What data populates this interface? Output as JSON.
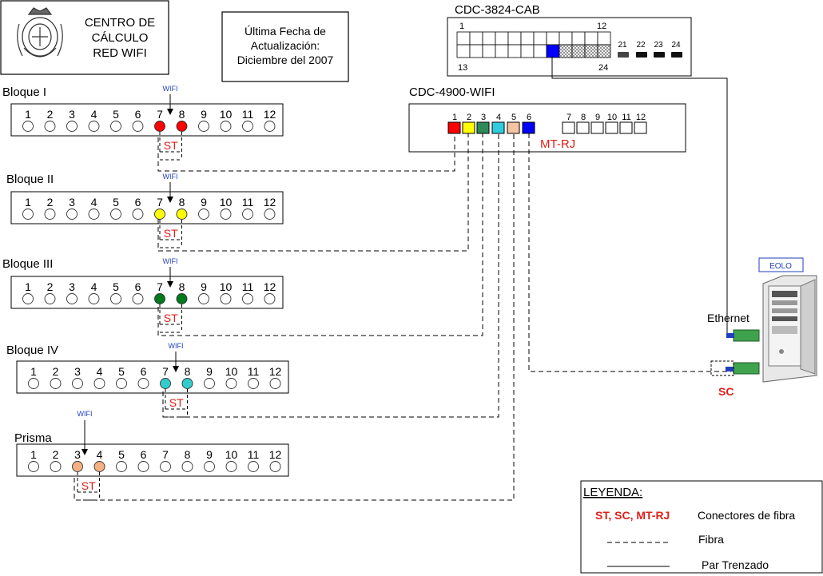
{
  "header": {
    "org_lines": [
      "CENTRO DE",
      "CÁLCULO",
      "RED WIFI"
    ],
    "update_lines": [
      "Última Fecha de",
      "Actualización:",
      "Diciembre del 2007"
    ]
  },
  "switch_cab": {
    "name": "CDC-3824-CAB",
    "port_start_top": "1",
    "port_end_top": "12",
    "port_start_bottom": "13",
    "port_end_bottom": "24",
    "uplinks": [
      "21",
      "22",
      "23",
      "24"
    ],
    "active_port_color": "#0000ff"
  },
  "switch_wifi": {
    "name": "CDC-4900-WIFI",
    "fiber_ports": [
      {
        "num": "1",
        "color": "#ff0000"
      },
      {
        "num": "2",
        "color": "#ffff00"
      },
      {
        "num": "3",
        "color": "#2e8b57"
      },
      {
        "num": "4",
        "color": "#33ccdd"
      },
      {
        "num": "5",
        "color": "#f4c4a0"
      },
      {
        "num": "6",
        "color": "#0000ff"
      }
    ],
    "rj_ports": [
      "7",
      "8",
      "9",
      "10",
      "11",
      "12"
    ],
    "connector_label": "MT-RJ"
  },
  "patch_panels": [
    {
      "name": "Bloque I",
      "wifi_label": "WIFI",
      "st_label": "ST",
      "active": [
        7,
        8
      ],
      "color": "#ff0000"
    },
    {
      "name": "Bloque II",
      "wifi_label": "WIFI",
      "st_label": "ST",
      "active": [
        7,
        8
      ],
      "color": "#ffff00"
    },
    {
      "name": "Bloque III",
      "wifi_label": "WIFI",
      "st_label": "ST",
      "active": [
        7,
        8
      ],
      "color": "#007a1f"
    },
    {
      "name": "Bloque IV",
      "wifi_label": "WIFI",
      "st_label": "ST",
      "active": [
        7,
        8
      ],
      "color": "#33cccc"
    },
    {
      "name": "Prisma",
      "wifi_label": "WIFI",
      "st_label": "ST",
      "active": [
        3,
        4
      ],
      "color": "#f4b183"
    }
  ],
  "port_numbers": [
    "1",
    "2",
    "3",
    "4",
    "5",
    "6",
    "7",
    "8",
    "9",
    "10",
    "11",
    "12"
  ],
  "server": {
    "name": "EOLO",
    "ethernet_label": "Ethernet",
    "sc_label": "SC"
  },
  "legend": {
    "title": "LEYENDA:",
    "items": [
      {
        "key": "ST, SC, MT-RJ",
        "label": "Conectores de fibra"
      },
      {
        "key": "",
        "label": "Fibra"
      },
      {
        "key": "",
        "label": "Par Trenzado"
      }
    ]
  },
  "colors": {
    "accent_red": "#e0201b",
    "wifi_blue": "#1f3fbf"
  }
}
